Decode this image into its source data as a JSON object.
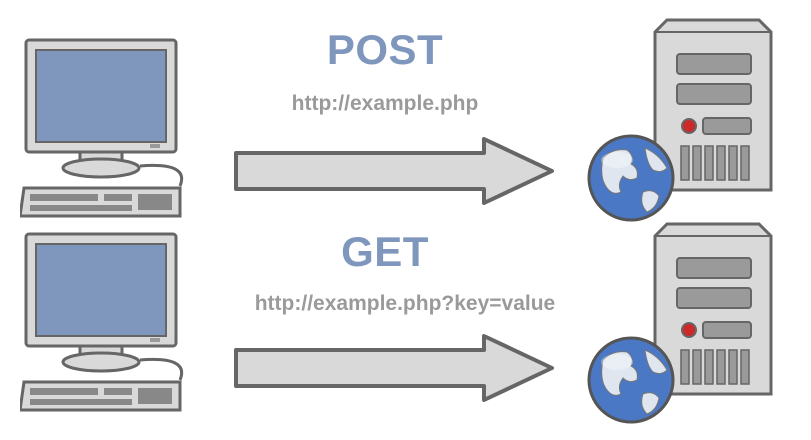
{
  "rows": [
    {
      "method": "POST",
      "url": "http://example.php",
      "client_icon": "desktop-computer-icon",
      "server_icon": "web-server-icon",
      "globe_icon": "globe-icon",
      "arrow_icon": "right-arrow-icon"
    },
    {
      "method": "GET",
      "url": "http://example.php?key=value",
      "client_icon": "desktop-computer-icon",
      "server_icon": "web-server-icon",
      "globe_icon": "globe-icon",
      "arrow_icon": "right-arrow-icon"
    }
  ],
  "colors": {
    "method_text": "#7f97bd",
    "url_text": "#9a9a9a",
    "screen": "#7f97bd",
    "device_frame": "#d9d9d9",
    "device_outline": "#666666",
    "arrow_fill": "#d9d9d9",
    "led": "#cc2a2a",
    "globe_ocean": "#4a78c4",
    "globe_land": "#dfe6f0"
  }
}
